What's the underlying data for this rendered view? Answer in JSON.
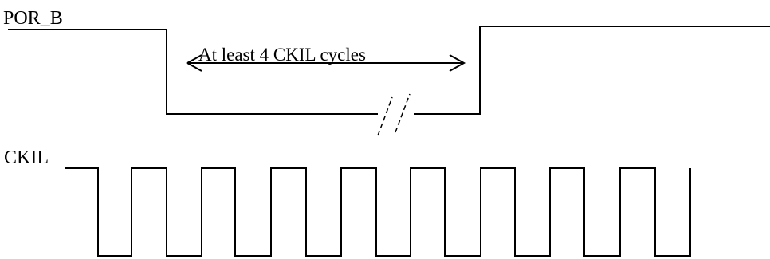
{
  "signals": {
    "por_b": {
      "name": "POR_B",
      "states": [
        "high",
        "low",
        "high"
      ]
    },
    "ckil": {
      "name": "CKIL",
      "visible_cycles": 9
    }
  },
  "annotation": {
    "text": "At least 4 CKIL cycles"
  },
  "colors": {
    "background": "#ffffff",
    "line": "#000000"
  }
}
